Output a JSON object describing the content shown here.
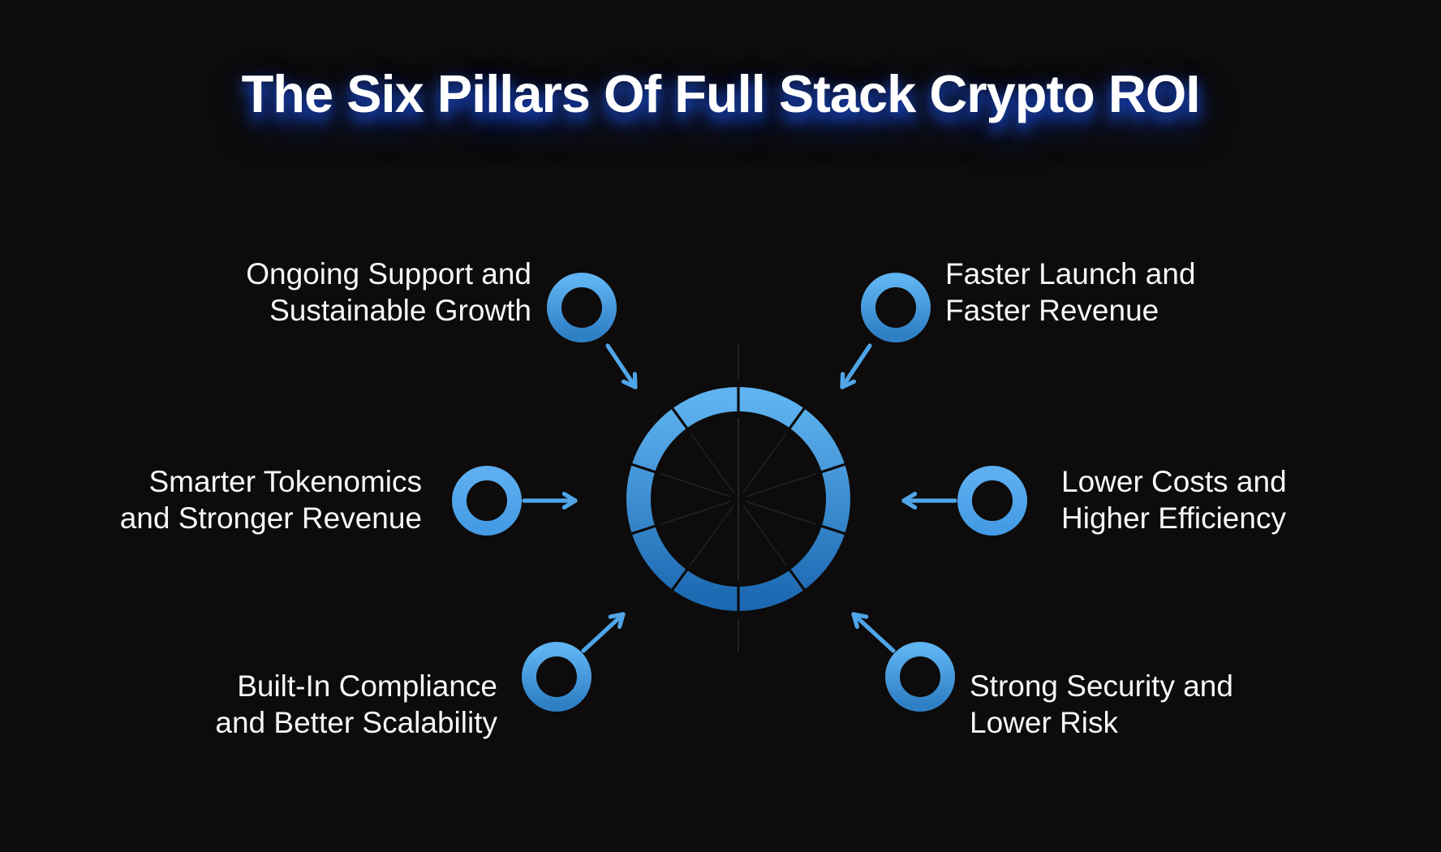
{
  "title": "The Six Pillars Of Full Stack Crypto ROI",
  "colors": {
    "background": "#0D0B0B",
    "text": "#F7F7F7",
    "title_glow": "#1A4ACD",
    "ring_gradient_top": "#5FB3F0",
    "ring_gradient_bottom": "#1C69B2",
    "icon_gradient_top": "#5FB3F1",
    "icon_gradient_bottom": "#2F7FC5",
    "icon_flat_top": "#5EAFF0",
    "icon_flat_bottom": "#459BE4",
    "arrow": "#4FA5E8",
    "divider": "#0D0B0B",
    "guide_line": "#242833"
  },
  "diagram": {
    "ring_segments": 10
  },
  "pillars": [
    {
      "id": "ongoing-support",
      "position": "top-left",
      "label_lines": [
        "Ongoing Support and",
        "Sustainable Growth"
      ]
    },
    {
      "id": "faster-launch",
      "position": "top-right",
      "label_lines": [
        "Faster Launch and",
        "Faster Revenue"
      ]
    },
    {
      "id": "smarter-tokenomics",
      "position": "middle-left",
      "label_lines": [
        "Smarter Tokenomics",
        "and Stronger Revenue"
      ]
    },
    {
      "id": "lower-costs",
      "position": "middle-right",
      "label_lines": [
        "Lower Costs and",
        "Higher Efficiency"
      ]
    },
    {
      "id": "built-in-compliance",
      "position": "bottom-left",
      "label_lines": [
        "Built-In Compliance",
        "and Better Scalability"
      ]
    },
    {
      "id": "strong-security",
      "position": "bottom-right",
      "label_lines": [
        "Strong Security and",
        "Lower Risk"
      ]
    }
  ]
}
